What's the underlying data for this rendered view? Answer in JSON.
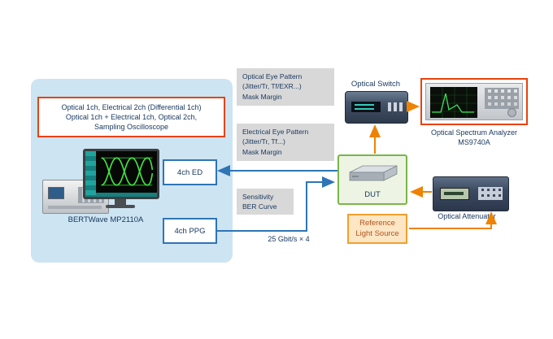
{
  "title_box": {
    "line1": "Optical 1ch, Electrical 2ch (Differential 1ch)",
    "line2": "Optical 1ch + Electrical 1ch, Optical 2ch,",
    "line3": "Sampling Oscilloscope"
  },
  "bertwave": {
    "caption": "BERTWave  MP2110A",
    "ed_label": "4ch ED",
    "ppg_label": "4ch PPG"
  },
  "callouts": {
    "optical_eye": {
      "line1": "Optical Eye Pattern",
      "line2": "(Jitter/Tr, Tf/EXR...)",
      "line3": "Mask Margin"
    },
    "electrical_eye": {
      "line1": "Electrical Eye Pattern",
      "line2": "(Jitter/Tr, Tf...)",
      "line3": "Mask Margin"
    },
    "sensitivity": {
      "line1": "Sensitivity",
      "line2": "BER Curve"
    }
  },
  "optical_switch": {
    "label": "Optical Switch"
  },
  "osa": {
    "caption1": "Optical Spectrum Analyzer",
    "caption2": "MS9740A"
  },
  "dut": {
    "label": "DUT"
  },
  "attenuator": {
    "caption": "Optical Attenuator"
  },
  "reference_light_source": {
    "line1": "Reference",
    "line2": "Light Source"
  },
  "rate_label": "25 Gbit/s × 4",
  "colors": {
    "panel_blue": "#cde4f2",
    "blue_arrow": "#2e75b6",
    "orange_arrow": "#ef8200",
    "red_border": "#e8420d",
    "green_border": "#7ab648",
    "gray_callout": "#d8d8d8",
    "navy_text": "#17365d"
  }
}
